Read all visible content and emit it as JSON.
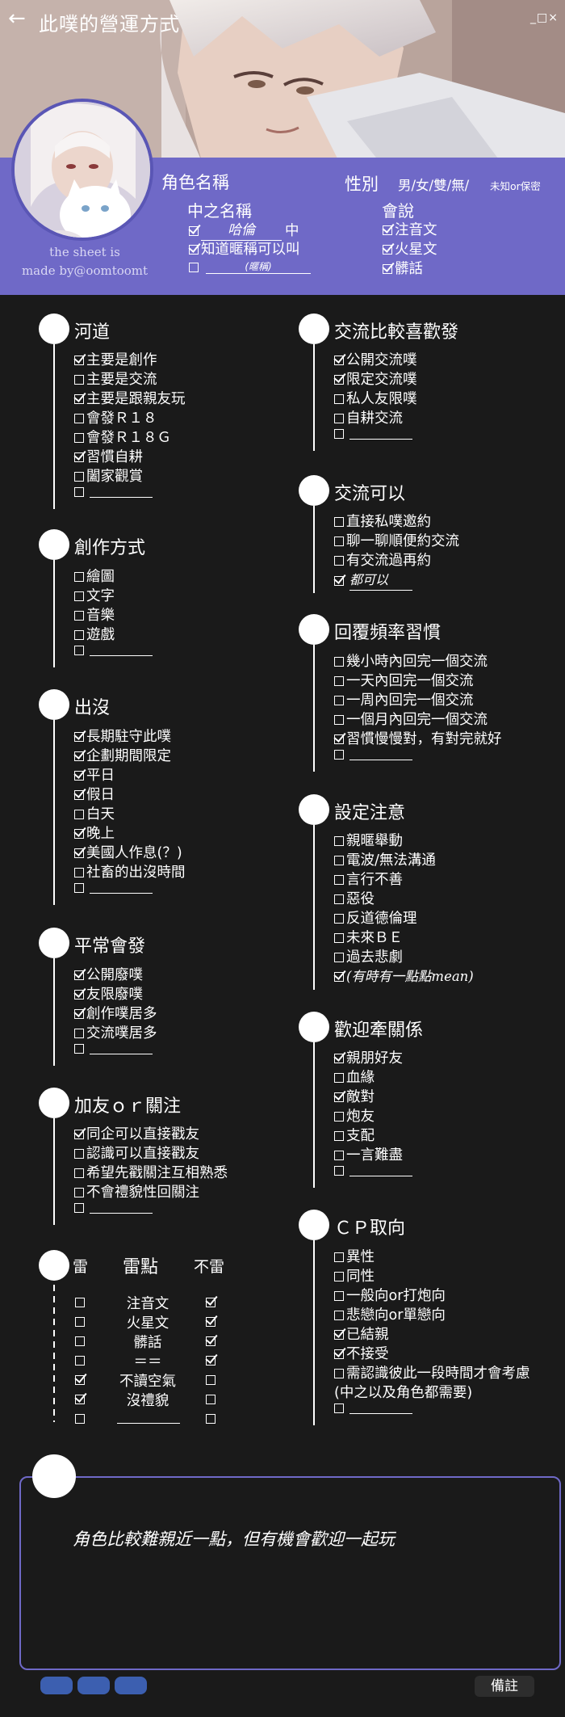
{
  "titlebar": {
    "back": "←",
    "title": "此噗的營運方式",
    "controls": "_□×"
  },
  "profile": {
    "credit_line1": "the sheet is",
    "credit_line2": "made by@oomtoomt",
    "char_name_label": "角色名稱",
    "gender_label": "性別",
    "gender_options": "男/女/雙/無/",
    "gender_unknown": "未知or保密",
    "cn_name_label": "中之名稱",
    "cn_name_value": "哈倫",
    "cn_name_suffix": "中",
    "cn_know_label": "知道暱稱可以叫",
    "cn_nick_hint": "(暱稱)",
    "lang_label": "會說",
    "langs": [
      "注音文",
      "火星文",
      "髒話"
    ]
  },
  "sections": {
    "river": {
      "title": "河道",
      "items": [
        "主要是創作",
        "主要是交流",
        "主要是跟親友玩",
        "會發Ｒ１８",
        "會發Ｒ１８Ｇ",
        "習慣自耕",
        "闔家觀賞"
      ],
      "checked": [
        true,
        false,
        true,
        false,
        false,
        true,
        false
      ]
    },
    "create": {
      "title": "創作方式",
      "items": [
        "繪圖",
        "文字",
        "音樂",
        "遊戲"
      ],
      "checked": [
        false,
        false,
        false,
        false
      ]
    },
    "appear": {
      "title": "出沒",
      "items": [
        "長期駐守此噗",
        "企劃期間限定",
        "平日",
        "假日",
        "白天",
        "晚上",
        "美國人作息(？)",
        "社畜的出沒時間"
      ],
      "checked": [
        true,
        true,
        true,
        true,
        false,
        true,
        true,
        false
      ]
    },
    "post": {
      "title": "平常會發",
      "items": [
        "公開廢噗",
        "友限廢噗",
        "創作噗居多",
        "交流噗居多"
      ],
      "checked": [
        true,
        true,
        true,
        false
      ]
    },
    "follow": {
      "title": "加友ｏｒ關注",
      "items": [
        "同企可以直接戳友",
        "認識可以直接戳友",
        "希望先戳關注互相熟悉",
        "不會禮貌性回關注"
      ],
      "checked": [
        true,
        false,
        false,
        false
      ]
    },
    "exchange_pref": {
      "title": "交流比較喜歡發",
      "items": [
        "公開交流噗",
        "限定交流噗",
        "私人友限噗",
        "自耕交流"
      ],
      "checked": [
        true,
        true,
        false,
        false
      ]
    },
    "exchange_ok": {
      "title": "交流可以",
      "items": [
        "直接私噗邀約",
        "聊一聊順便約交流",
        "有交流過再約"
      ],
      "checked": [
        false,
        false,
        false
      ],
      "extra": "都可以"
    },
    "reply": {
      "title": "回覆頻率習慣",
      "items": [
        "幾小時內回完一個交流",
        "一天內回完一個交流",
        "一周內回完一個交流",
        "一個月內回完一個交流",
        "習慣慢慢對，有對完就好"
      ],
      "checked": [
        false,
        false,
        false,
        false,
        true
      ]
    },
    "setting": {
      "title": "設定注意",
      "items": [
        "親暱舉動",
        "電波/無法溝通",
        "言行不善",
        "惡役",
        "反道德倫理",
        "未來ＢＥ",
        "過去悲劇"
      ],
      "checked": [
        false,
        false,
        false,
        false,
        false,
        false,
        false
      ],
      "extra": "(有時有一點點mean)"
    },
    "relation": {
      "title": "歡迎牽關係",
      "items": [
        "親朋好友",
        "血緣",
        "敵對",
        "炮友",
        "支配",
        "一言難盡"
      ],
      "checked": [
        true,
        false,
        true,
        false,
        false,
        false
      ]
    },
    "cp": {
      "title": "ＣＰ取向",
      "items": [
        "異性",
        "同性",
        "一般向or打炮向",
        "悲戀向or單戀向",
        "已結親",
        "不接受",
        "需認識彼此一段時間才會考慮",
        "(中之以及角色都需要)"
      ],
      "checked": [
        false,
        false,
        false,
        false,
        true,
        true,
        false,
        null
      ]
    }
  },
  "mines": {
    "title": "雷點",
    "left_label": "雷",
    "right_label": "不雷",
    "rows": [
      {
        "label": "注音文",
        "mine": false,
        "ok": true
      },
      {
        "label": "火星文",
        "mine": false,
        "ok": true
      },
      {
        "label": "髒話",
        "mine": false,
        "ok": true
      },
      {
        "label": "＝＝",
        "mine": false,
        "ok": true
      },
      {
        "label": "不讀空氣",
        "mine": true,
        "ok": false
      },
      {
        "label": "沒禮貌",
        "mine": true,
        "ok": false
      }
    ]
  },
  "notes": {
    "text": "角色比較難親近一點，但有機會歡迎一起玩",
    "tab": "備註"
  }
}
